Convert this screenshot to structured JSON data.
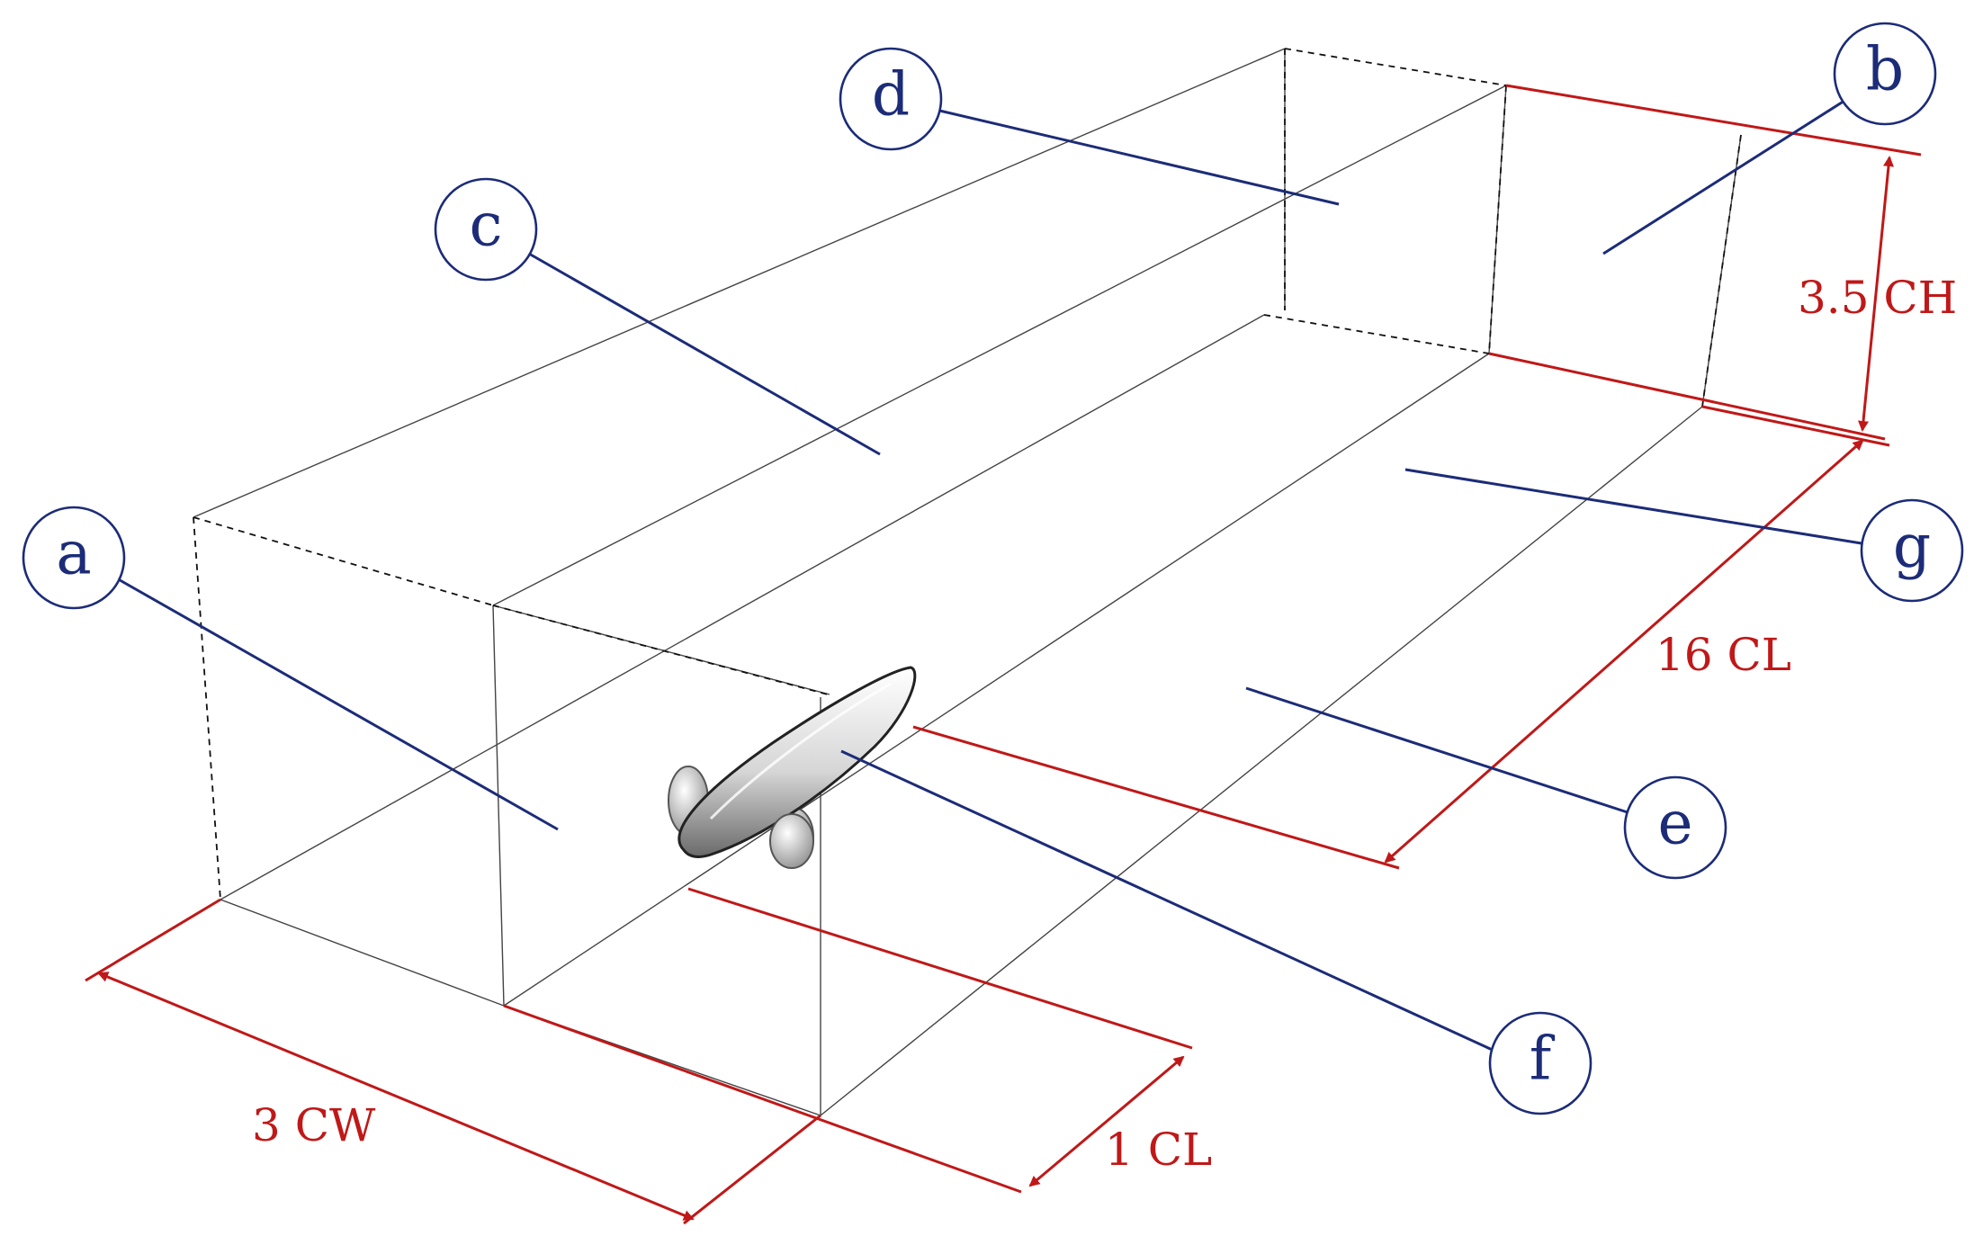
{
  "labels": {
    "a": "a",
    "b": "b",
    "c": "c",
    "d": "d",
    "e": "e",
    "f": "f",
    "g": "g"
  },
  "dimensions": {
    "width": "3 CW",
    "upstream_length": "1 CL",
    "downstream_length": "16 CL",
    "height": "3.5 CH"
  },
  "colors": {
    "label": "#1c2c78",
    "dimension": "#c01818",
    "edge": "#444444"
  }
}
